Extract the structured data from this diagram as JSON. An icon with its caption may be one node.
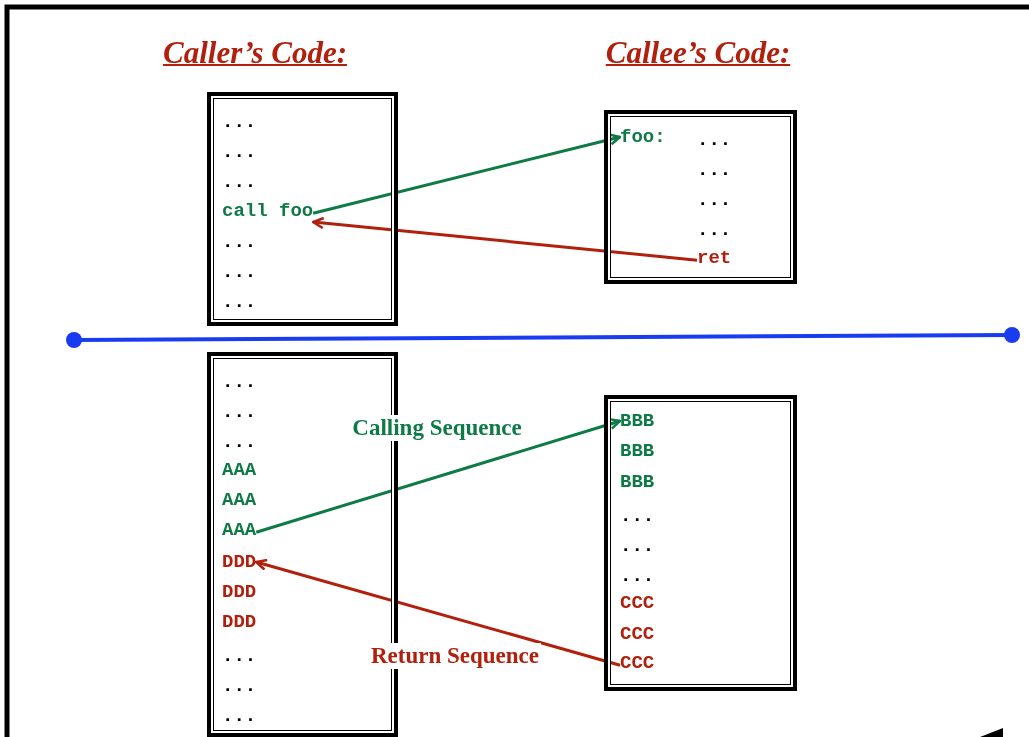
{
  "diagram": {
    "nodes": [
      {
        "text": [],
        "shape": "box"
      },
      {
        "text": [
          "..."
        ],
        "in": 0
      },
      {
        "text": [
          "..."
        ],
        "in": 0
      },
      {
        "text": [
          "..."
        ],
        "in": 0
      },
      {
        "text": [
          "call foo"
        ],
        "in": 0
      },
      {
        "text": [
          "..."
        ],
        "in": 0
      },
      {
        "text": [
          "..."
        ],
        "in": 0
      },
      {
        "text": [
          "..."
        ],
        "in": 0
      },
      {
        "text": [],
        "shape": "box"
      },
      {
        "text": [
          "foo:"
        ],
        "in": 8
      },
      {
        "text": [
          "..."
        ],
        "in": 8
      },
      {
        "text": [
          "..."
        ],
        "in": 8
      },
      {
        "text": [
          "..."
        ],
        "in": 8
      },
      {
        "text": [
          "..."
        ],
        "in": 8
      },
      {
        "text": [
          "ret"
        ],
        "in": 8
      },
      {
        "text": [],
        "shape": "box"
      },
      {
        "text": [
          "..."
        ],
        "in": 15
      },
      {
        "text": [
          "..."
        ],
        "in": 15
      },
      {
        "text": [
          "..."
        ],
        "in": 15
      },
      {
        "text": [
          "AAA"
        ],
        "in": 15
      },
      {
        "text": [
          "AAA"
        ],
        "in": 15
      },
      {
        "text": [
          "AAA"
        ],
        "in": 15
      },
      {
        "text": [
          "DDD"
        ],
        "in": 15
      },
      {
        "text": [
          "DDD"
        ],
        "in": 15
      },
      {
        "text": [
          "DDD"
        ],
        "in": 15
      },
      {
        "text": [
          "..."
        ],
        "in": 15
      },
      {
        "text": [
          "..."
        ],
        "in": 15
      },
      {
        "text": [
          "..."
        ],
        "in": 15
      },
      {
        "text": [],
        "shape": "box"
      },
      {
        "text": [
          "BBB"
        ],
        "in": 28
      },
      {
        "text": [
          "BBB"
        ],
        "in": 28
      },
      {
        "text": [
          "BBB"
        ],
        "in": 28
      },
      {
        "text": [
          "..."
        ],
        "in": 28
      },
      {
        "text": [
          "..."
        ],
        "in": 28
      },
      {
        "text": [
          "..."
        ],
        "in": 28
      },
      {
        "text": [
          "CCC"
        ],
        "in": 28
      },
      {
        "text": [
          "CCC"
        ],
        "in": 28
      },
      {
        "text": [
          "CCC"
        ],
        "in": 28
      }
    ],
    "edges": [
      {
        "from": 4,
        "to": 9,
        "arrow": "to",
        "color": "#0e7a46"
      },
      {
        "from": 14,
        "to": 4,
        "arrow": "to",
        "color": "#b0200c"
      },
      {
        "from": 21,
        "to": 29,
        "arrow": "to",
        "label": "Calling Sequence",
        "color": "#0e7a46"
      },
      {
        "from": 37,
        "to": 22,
        "arrow": "to",
        "label": "Return Sequence",
        "color": "#b0200c"
      }
    ],
    "labels": [
      "Caller’s Code:",
      "Callee’s Code:"
    ]
  }
}
